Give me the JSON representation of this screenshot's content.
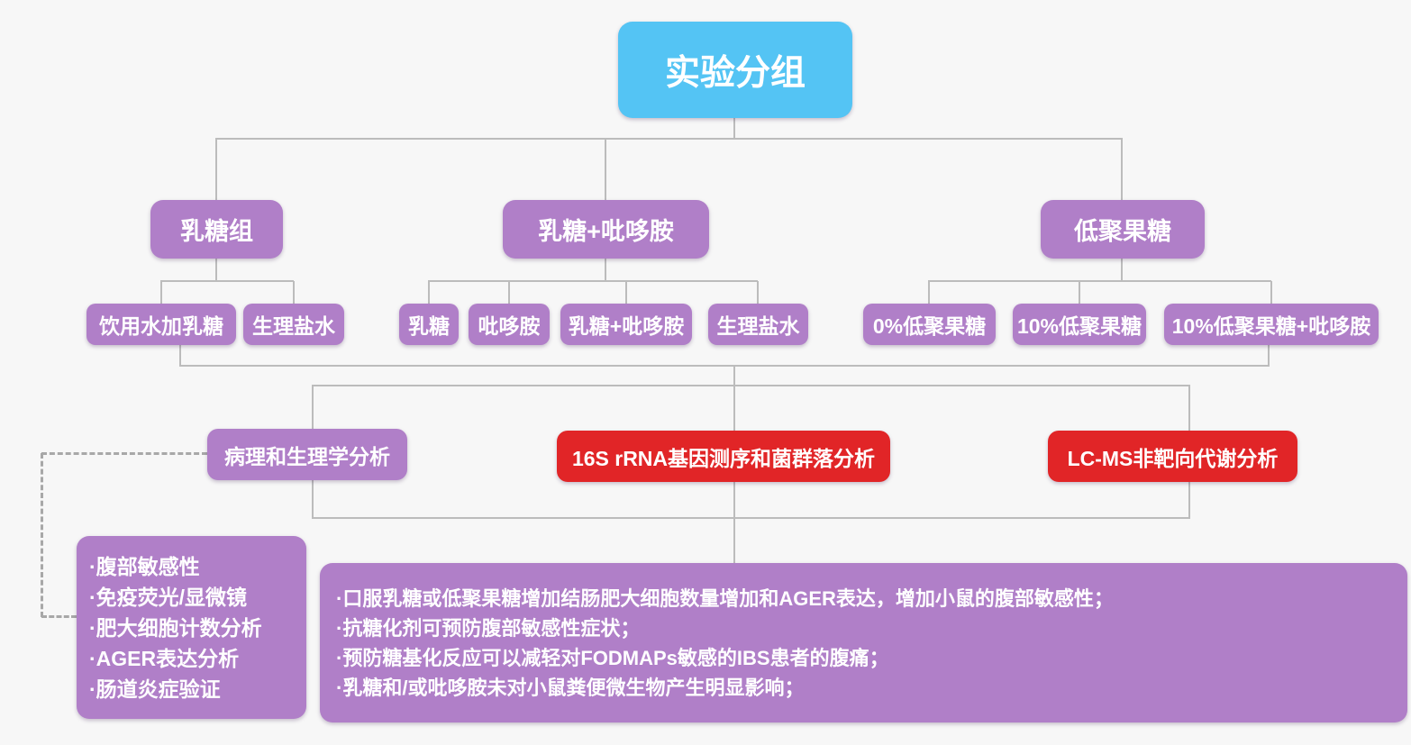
{
  "diagram_title": "实验分组",
  "colors": {
    "root_blue": "#54c4f4",
    "group_purple": "#b07fc8",
    "analysis_red": "#e12527",
    "connector_gray": "#bcbcbc",
    "background": "#f7f7f7",
    "text": "#ffffff"
  },
  "root": {
    "label": "实验分组"
  },
  "groups": [
    {
      "label": "乳糖组",
      "children": [
        {
          "label": "饮用水加乳糖"
        },
        {
          "label": "生理盐水"
        }
      ]
    },
    {
      "label": "乳糖+吡哆胺",
      "children": [
        {
          "label": "乳糖"
        },
        {
          "label": "吡哆胺"
        },
        {
          "label": "乳糖+吡哆胺"
        },
        {
          "label": "生理盐水"
        }
      ]
    },
    {
      "label": "低聚果糖",
      "children": [
        {
          "label": "0%低聚果糖"
        },
        {
          "label": "10%低聚果糖"
        },
        {
          "label": "10%低聚果糖+吡哆胺"
        }
      ]
    }
  ],
  "analyses": [
    {
      "label": "病理和生理学分析",
      "style": "purple"
    },
    {
      "label": "16S rRNA基因测序和菌群落分析",
      "style": "red"
    },
    {
      "label": "LC-MS非靶向代谢分析",
      "style": "red"
    }
  ],
  "pathology_details": {
    "items": [
      "·腹部敏感性",
      "·免疫荧光/显微镜",
      "·肥大细胞计数分析",
      "·AGER表达分析",
      "·肠道炎症验证"
    ]
  },
  "findings": {
    "items": [
      "·口服乳糖或低聚果糖增加结肠肥大细胞数量增加和AGER表达，增加小鼠的腹部敏感性；",
      "·抗糖化剂可预防腹部敏感性症状；",
      "·预防糖基化反应可以减轻对FODMAPs敏感的IBS患者的腹痛；",
      "·乳糖和/或吡哆胺未对小鼠粪便微生物产生明显影响；"
    ]
  }
}
